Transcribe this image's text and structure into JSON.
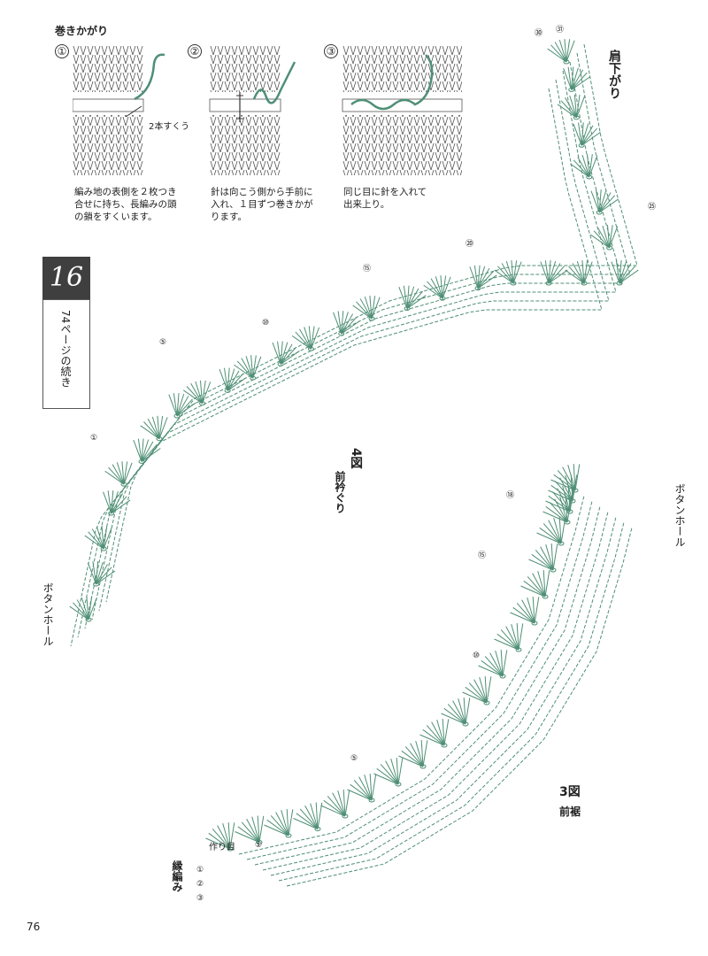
{
  "section": {
    "heading": "巻きかがり",
    "steps": [
      {
        "num": "①",
        "callout": "2本すくう",
        "caption": [
          "編み地の表側を２枚つき",
          "合せに持ち、長編みの頭",
          "の鎖をすくいます。"
        ]
      },
      {
        "num": "②",
        "caption": [
          "針は向こう側から手前に",
          "入れ、１目ずつ巻きかが",
          "ります。"
        ]
      },
      {
        "num": "③",
        "caption": [
          "同じ目に針を入れて",
          "出来上り。"
        ]
      }
    ]
  },
  "badge": {
    "number": "16",
    "note": "74ページの続き"
  },
  "figure4": {
    "title": "4図",
    "subtitle": "前衿ぐり",
    "top_label": "肩下がり",
    "buttonhole": "ボタンホール",
    "row_markers": [
      "①",
      "⑤",
      "⑩",
      "⑮",
      "⑳",
      "㉕",
      "㉚",
      "㉛"
    ]
  },
  "figure3": {
    "title": "3図",
    "subtitle": "前裾",
    "buttonhole": "ボタンホール",
    "start_label": "作り目",
    "edge_label": "縁編み",
    "row_markers": [
      "①",
      "⑤",
      "⑩",
      "⑮",
      "⑱"
    ],
    "edge_rows": [
      "①",
      "②",
      "③"
    ]
  },
  "page_number": "76",
  "colors": {
    "stitch": "#4f8f76",
    "ink": "#222222",
    "badge": "#3f3f3f"
  }
}
